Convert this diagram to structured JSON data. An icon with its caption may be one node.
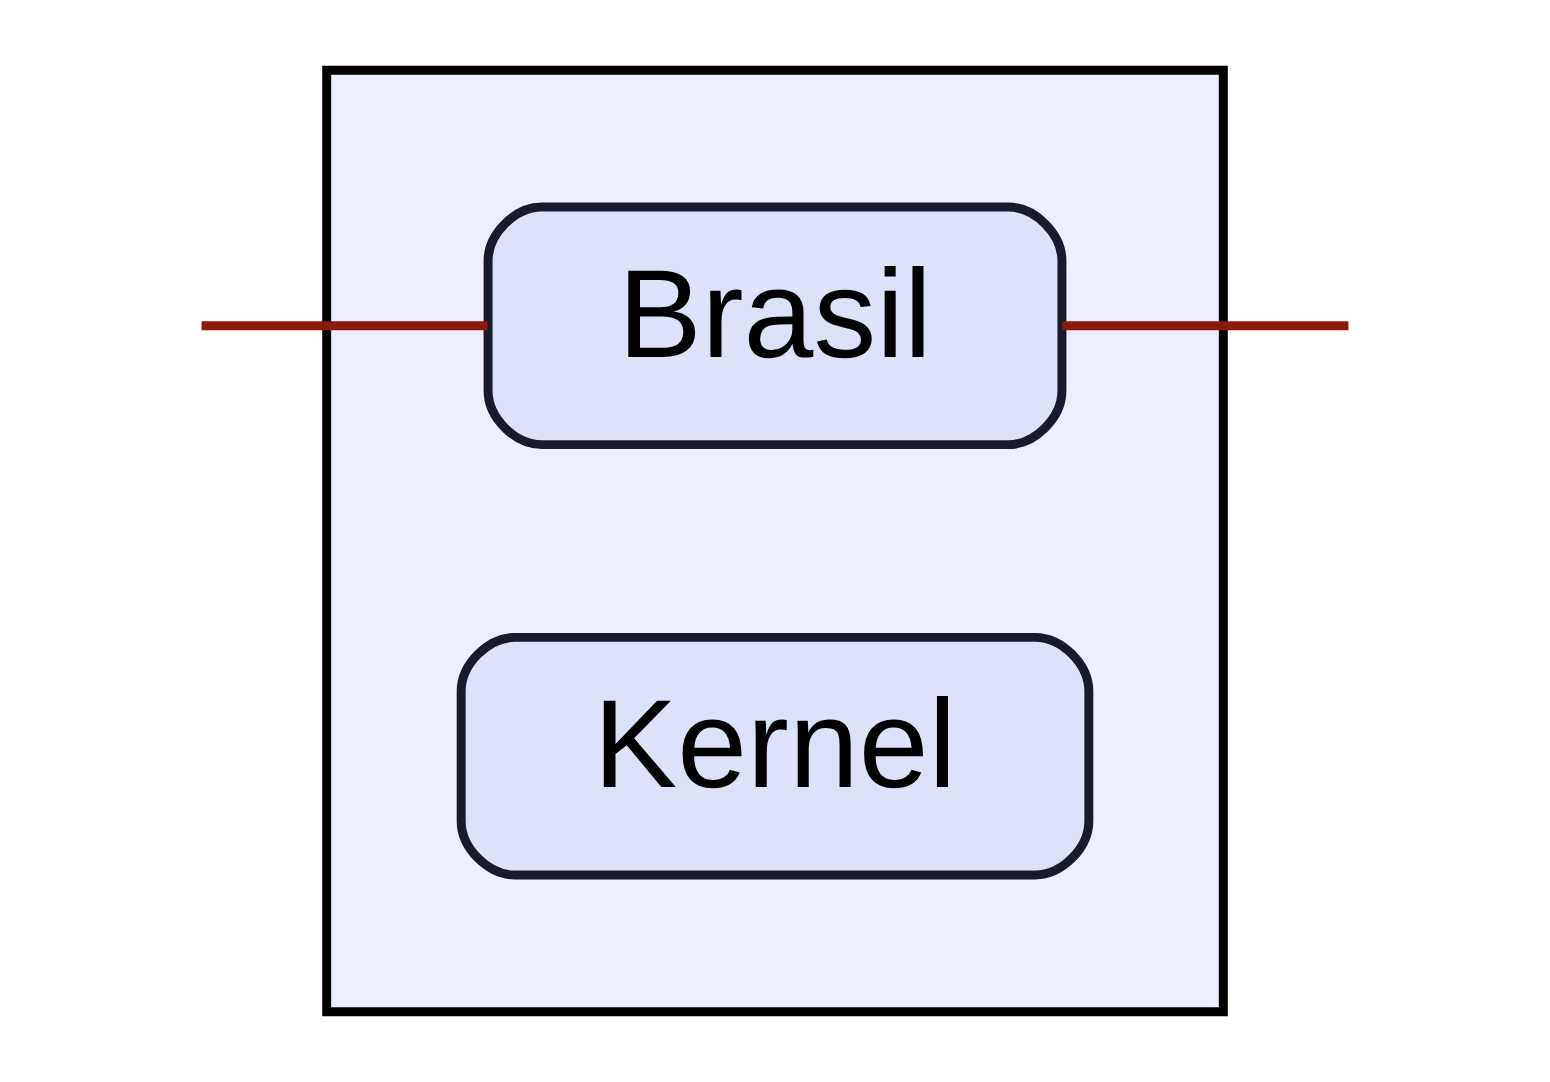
{
  "diagram": {
    "nodes": [
      {
        "text": [],
        "shape": "box"
      },
      {
        "text": [
          "Brasil"
        ],
        "in": 0
      },
      {
        "text": [
          "Kernel"
        ],
        "in": 0
      }
    ],
    "edges": [
      {
        "from": null,
        "to": 1,
        "arrow": "none",
        "color": "#8b1a0a"
      },
      {
        "from": 1,
        "to": null,
        "arrow": "none",
        "color": "#8b1a0a"
      }
    ]
  }
}
